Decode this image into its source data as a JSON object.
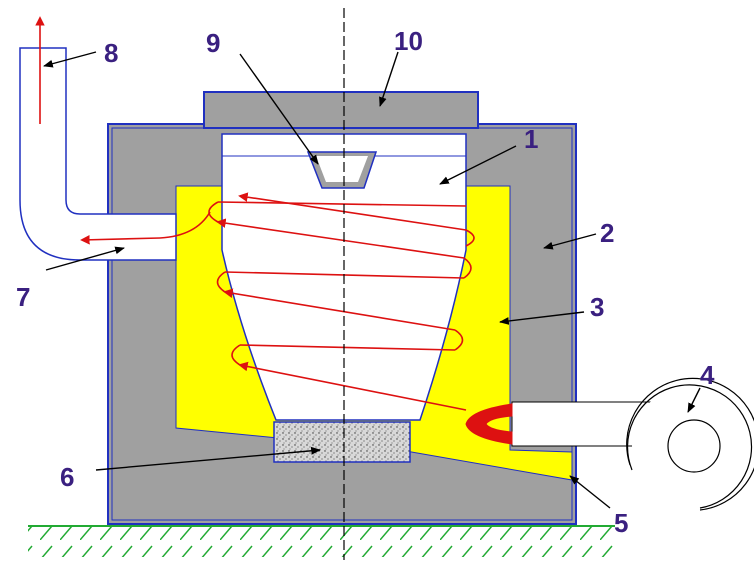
{
  "colors": {
    "body": "#a0a0a0",
    "lining": "#ffff00",
    "outline": "#2030c0",
    "heater": "#dd1111",
    "label": "#3a2080",
    "ground": "#22aa33",
    "filter": "#c8c8c8"
  },
  "labels": {
    "l1": "1",
    "l2": "2",
    "l3": "3",
    "l4": "4",
    "l5": "5",
    "l6": "6",
    "l7": "7",
    "l8": "8",
    "l9": "9",
    "l10": "10"
  }
}
